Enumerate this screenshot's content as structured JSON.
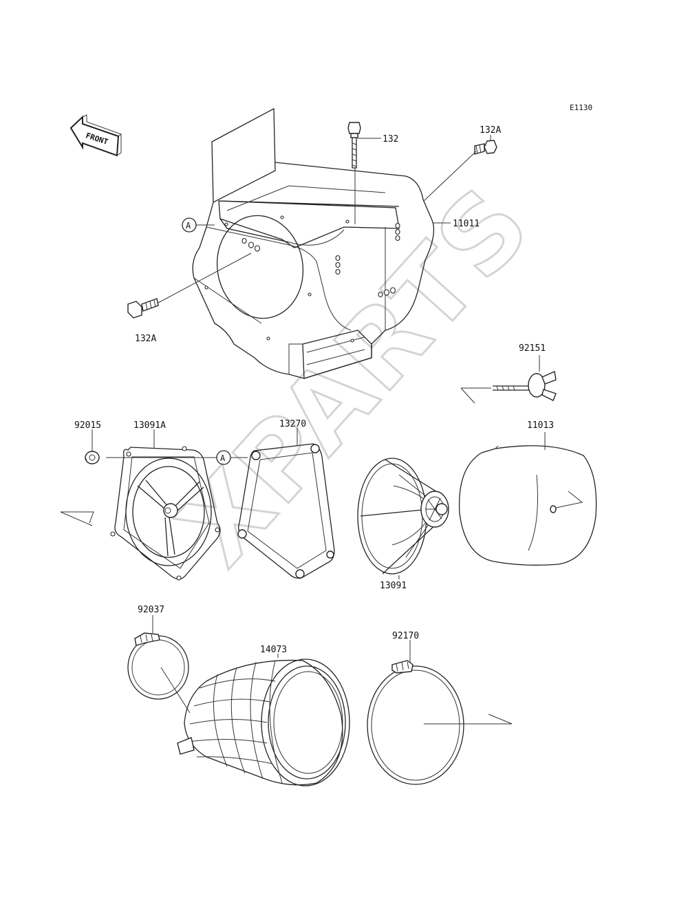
{
  "diagram": {
    "code": "E1130",
    "watermark": "XPARTS",
    "front_label": "FRONT",
    "ref_marker": "A",
    "parts": {
      "p132": "132",
      "p132a_top": "132A",
      "p132a_bottom": "132A",
      "p11011": "11011",
      "p92151": "92151",
      "p92015": "92015",
      "p13091a": "13091A",
      "p13270": "13270",
      "p11013": "11013",
      "p13091": "13091",
      "p92037": "92037",
      "p14073": "14073",
      "p92170": "92170"
    }
  }
}
